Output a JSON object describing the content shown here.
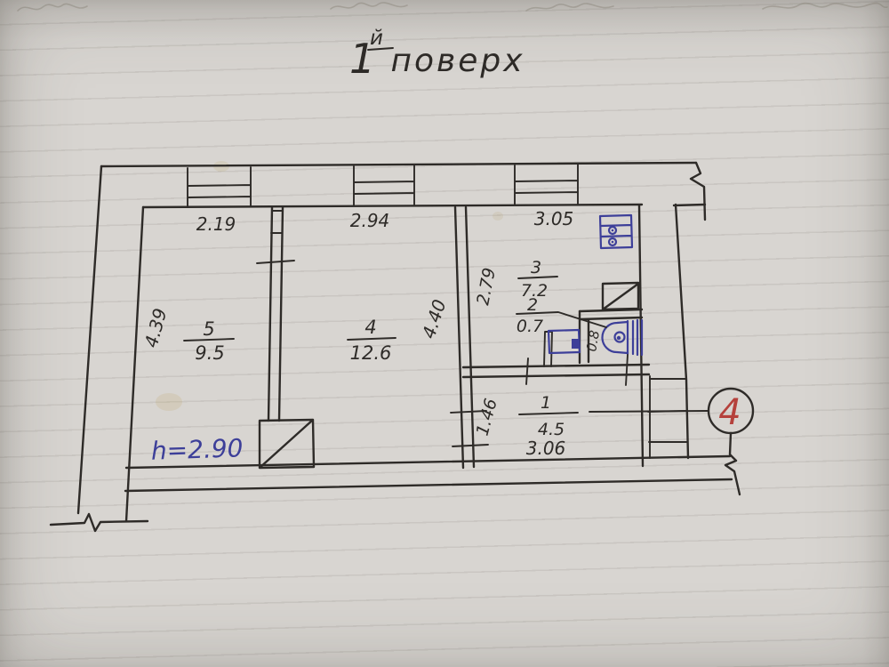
{
  "title": {
    "floor_number": "1",
    "floor_suffix": "й",
    "floor_word": "поверх"
  },
  "dimensions": {
    "room5_width": "2.19",
    "room4_width": "2.94",
    "kitchen_width": "3.05",
    "room5_depth": "4.39",
    "room4_depth": "4.40",
    "kitchen_depth": "2.79",
    "hall_depth": "1.46",
    "hall_width": "3.06",
    "wc_width": "0.8"
  },
  "rooms": {
    "room5": {
      "number": "5",
      "area": "9.5"
    },
    "room4": {
      "number": "4",
      "area": "12.6"
    },
    "kitchen": {
      "number": "3",
      "area": "7.2"
    },
    "wc": {
      "number": "2",
      "area": "0.7"
    },
    "hall": {
      "number": "1",
      "area": "4.5"
    }
  },
  "annotations": {
    "ceiling_height": "h=2.90",
    "apartment_number": "4"
  },
  "colors": {
    "ink": "#2e2b28",
    "blue_ink": "#3d3f99",
    "red_ink": "#b5413c",
    "paper": "#d8d5d1"
  }
}
